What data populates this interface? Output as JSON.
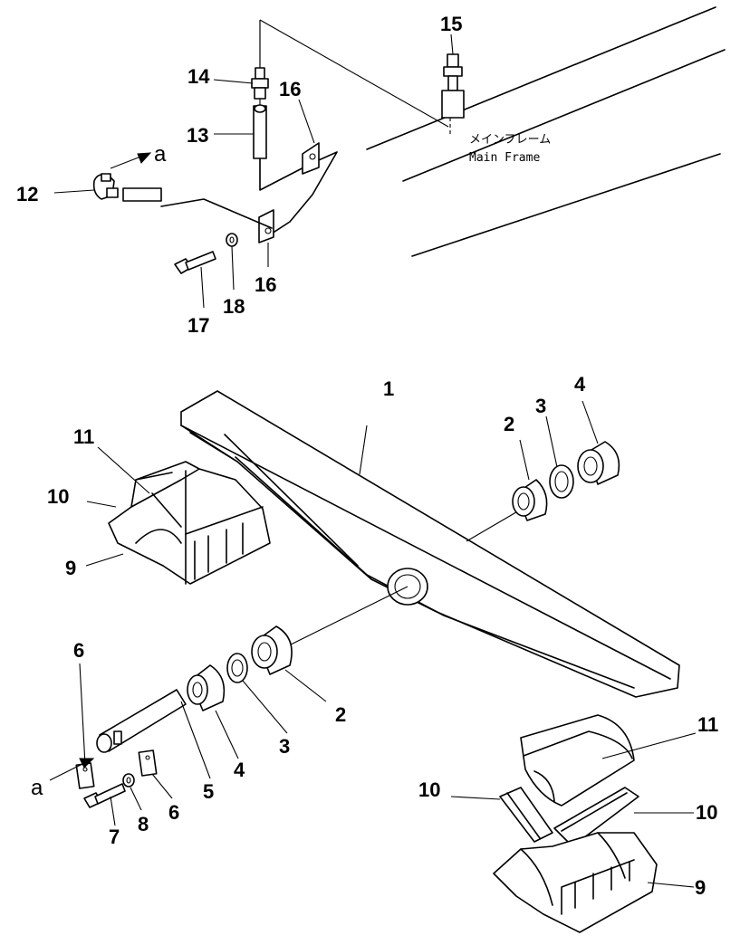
{
  "frame_note": {
    "japanese": "メインフレーム",
    "english": "Main Frame"
  },
  "view_arrow_letter": "a",
  "callouts": [
    {
      "id": "c1",
      "label": "1"
    },
    {
      "id": "c2a",
      "label": "2"
    },
    {
      "id": "c2b",
      "label": "2"
    },
    {
      "id": "c3a",
      "label": "3"
    },
    {
      "id": "c3b",
      "label": "3"
    },
    {
      "id": "c4a",
      "label": "4"
    },
    {
      "id": "c4b",
      "label": "4"
    },
    {
      "id": "c5",
      "label": "5"
    },
    {
      "id": "c6a",
      "label": "6"
    },
    {
      "id": "c6b",
      "label": "6"
    },
    {
      "id": "c7",
      "label": "7"
    },
    {
      "id": "c8",
      "label": "8"
    },
    {
      "id": "c9a",
      "label": "9"
    },
    {
      "id": "c9b",
      "label": "9"
    },
    {
      "id": "c10a",
      "label": "10"
    },
    {
      "id": "c10b",
      "label": "10"
    },
    {
      "id": "c10c",
      "label": "10"
    },
    {
      "id": "c11a",
      "label": "11"
    },
    {
      "id": "c11b",
      "label": "11"
    },
    {
      "id": "c12",
      "label": "12"
    },
    {
      "id": "c13",
      "label": "13"
    },
    {
      "id": "c14",
      "label": "14"
    },
    {
      "id": "c15",
      "label": "15"
    },
    {
      "id": "c16a",
      "label": "16"
    },
    {
      "id": "c16b",
      "label": "16"
    },
    {
      "id": "c17",
      "label": "17"
    },
    {
      "id": "c18",
      "label": "18"
    }
  ]
}
